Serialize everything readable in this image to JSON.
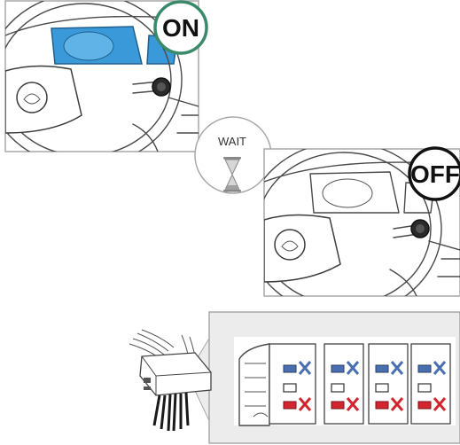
{
  "steps": {
    "ignition_on_label": "ON",
    "wait_label": "WAIT",
    "ignition_off_label": "OFF"
  },
  "colors": {
    "on_badge_ring": "#3a8a6a",
    "off_badge_ring": "#111111",
    "dash_highlight": "#3a9ad9",
    "led_blue": "#4a6fb0",
    "led_red": "#d2262f",
    "panel_border": "#a8a8a8",
    "detail_background": "#ececec"
  },
  "icons": {
    "wait": "hourglass-icon",
    "led_on": "blue-led-icon",
    "led_off": "red-led-icon",
    "module": "remote-starter-module-icon"
  },
  "led_columns": [
    {
      "top": "blue",
      "middle": "white",
      "bottom": "red"
    },
    {
      "top": "blue",
      "middle": "white",
      "bottom": "red"
    },
    {
      "top": "blue",
      "middle": "white",
      "bottom": "red"
    },
    {
      "top": "blue",
      "middle": "white",
      "bottom": "red"
    }
  ]
}
